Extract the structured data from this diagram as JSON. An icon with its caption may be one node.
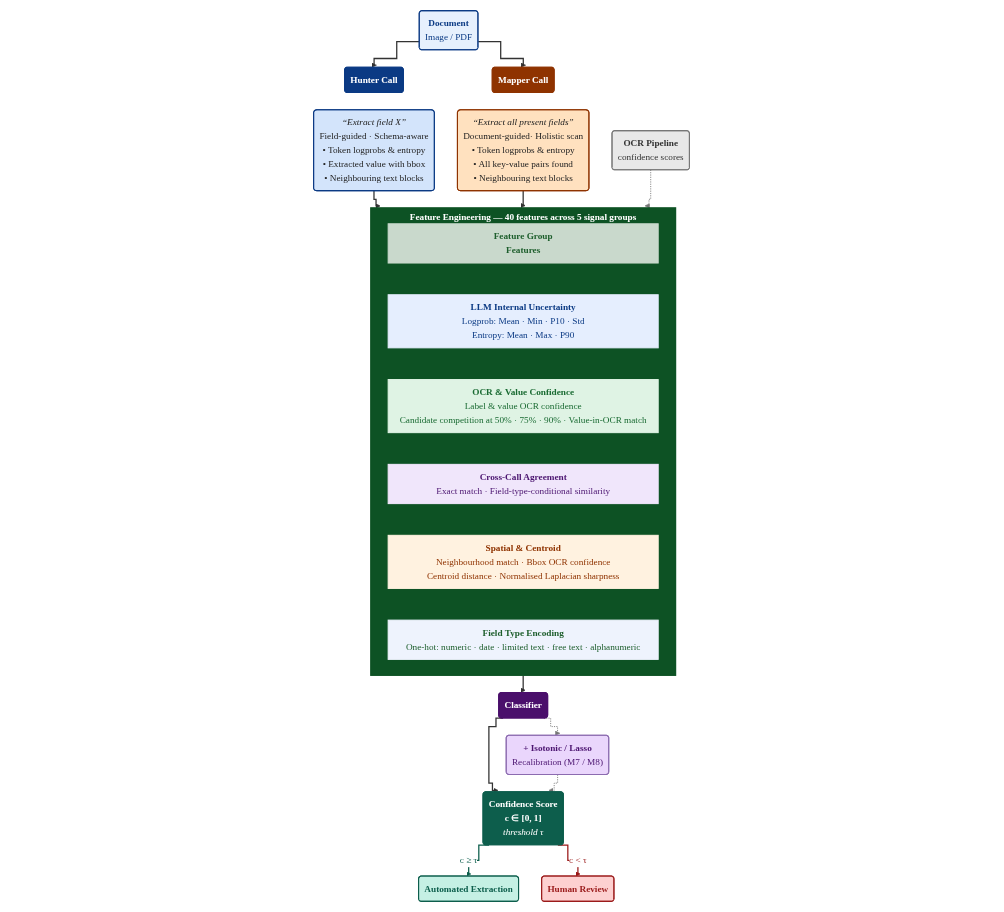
{
  "diagram": {
    "nodes": [
      {
        "text": [
          "Document",
          "Image / PDF"
        ]
      },
      {
        "text": [
          "Hunter Call"
        ]
      },
      {
        "text": [
          "Mapper Call"
        ]
      },
      {
        "text": [
          "“Extract field X”",
          "Field-guided · Schema-aware",
          "• Token logprobs & entropy",
          "• Extracted value with bbox",
          "• Neighbouring text blocks"
        ]
      },
      {
        "text": [
          "“Extract all present fields”",
          "Document-guided· Holistic scan",
          "• Token logprobs & entropy",
          "• All key-value pairs found",
          "• Neighbouring text blocks"
        ]
      },
      {
        "text": [
          "Feature Engineering — 40 features across 5 signal groups"
        ]
      },
      {
        "text": [
          "Feature Group",
          "Features"
        ],
        "in": 5
      },
      {
        "text": [
          "LLM Internal Uncertainty",
          "Logprob: Mean · Min · P10 · Std",
          "Entropy: Mean · Max · P90"
        ],
        "in": 5
      },
      {
        "text": [
          "OCR & Value Confidence",
          "Label & value OCR confidence",
          "Candidate competition at 50% · 75% · 90% · Value-in-OCR match"
        ],
        "in": 5
      },
      {
        "text": [
          "Cross-Call Agreement",
          "Exact match · Field-type-conditional similarity"
        ],
        "in": 5
      },
      {
        "text": [
          "Spatial & Centroid",
          "Neighbourhood match · Bbox OCR confidence",
          "Centroid distance · Normalised Laplacian sharpness"
        ],
        "in": 5
      },
      {
        "text": [
          "Field Type Encoding",
          "One-hot: numeric · date · limited text · free text · alphanumeric"
        ],
        "in": 5
      },
      {
        "text": [
          "OCR Pipeline",
          "confidence scores"
        ]
      },
      {
        "text": [
          "Classifier"
        ]
      },
      {
        "text": [
          "+ Isotonic / Lasso",
          "Recalibration (M7 / M8)"
        ]
      },
      {
        "text": [
          "Confidence Score",
          "c ∈ [0, 1]",
          "threshold τ"
        ]
      },
      {
        "text": [
          "Automated Extraction"
        ]
      },
      {
        "text": [
          "Human Review"
        ]
      }
    ],
    "edges": [
      {
        "from": 0,
        "to": 1,
        "arrow": "to"
      },
      {
        "from": 0,
        "to": 2,
        "arrow": "to"
      },
      {
        "from": 3,
        "to": 5,
        "arrow": "to"
      },
      {
        "from": 4,
        "to": 5,
        "arrow": "to"
      },
      {
        "from": 12,
        "to": 5,
        "arrow": "to",
        "style": "dashed",
        "color": "#777777"
      },
      {
        "from": 5,
        "to": 13,
        "arrow": "to"
      },
      {
        "from": 13,
        "to": 14,
        "arrow": "to",
        "style": "dashed",
        "color": "#777777"
      },
      {
        "from": 13,
        "to": 15,
        "arrow": "to"
      },
      {
        "from": 14,
        "to": 15,
        "arrow": "to",
        "style": "dashed",
        "color": "#777777"
      },
      {
        "from": 15,
        "to": 16,
        "arrow": "to",
        "label": "c ≥ τ",
        "color": "#0d5e4c"
      },
      {
        "from": 15,
        "to": 17,
        "arrow": "to",
        "label": "c < τ",
        "color": "#9b1b1b"
      }
    ]
  }
}
